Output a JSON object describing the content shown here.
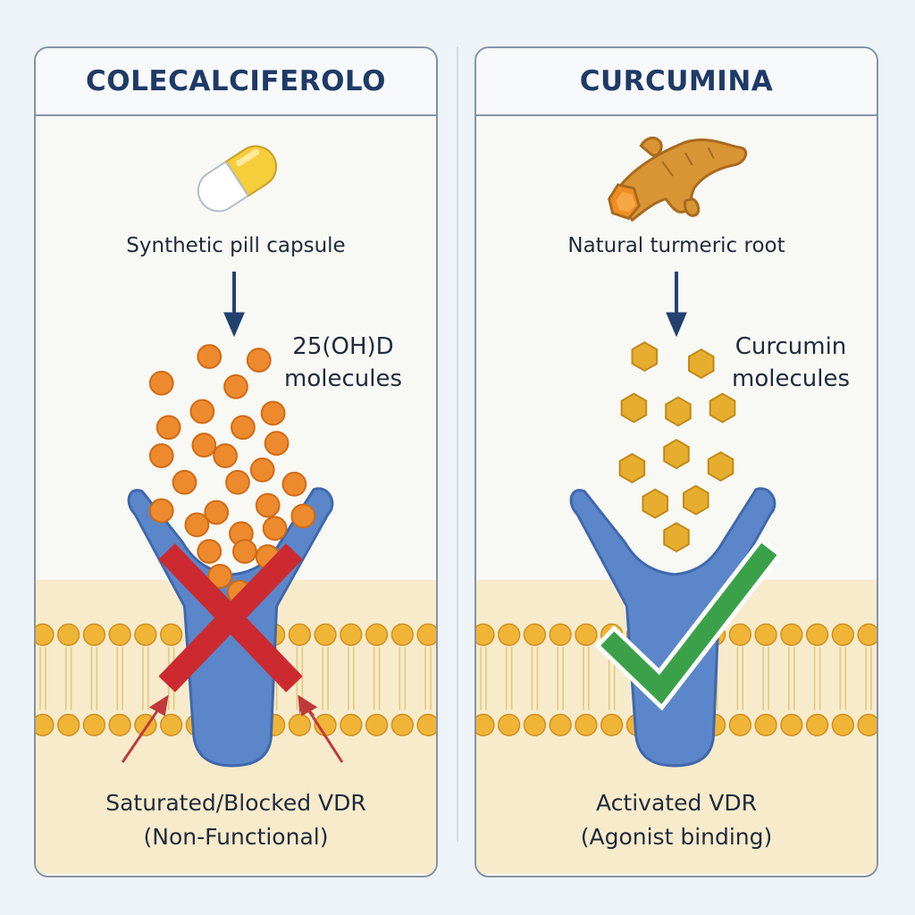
{
  "left_panel": {
    "title": "COLECALCIFEROLO",
    "source_label": "Synthetic pill capsule",
    "molecule_label_line1": "25(OH)D",
    "molecule_label_line2": "molecules",
    "status_line1": "Saturated/Blocked VDR",
    "status_line2": "(Non-Functional)",
    "source_icon": "capsule-icon",
    "marker_icon": "red-x-icon",
    "colors": {
      "molecule": "#ee8a2e",
      "marker": "#cc2a30",
      "receptor": "#5b86c9"
    }
  },
  "right_panel": {
    "title": "CURCUMINA",
    "source_label": "Natural turmeric root",
    "molecule_label_line1": "Curcumin",
    "molecule_label_line2": "molecules",
    "status_line1": "Activated VDR",
    "status_line2": "(Agonist binding)",
    "source_icon": "turmeric-root-icon",
    "marker_icon": "green-check-icon",
    "colors": {
      "molecule": "#e6ad2e",
      "marker": "#3aa149",
      "receptor": "#5b86c9"
    }
  },
  "colors": {
    "membrane_head": "#f0b536",
    "membrane_background": "#f7ebcc",
    "title_text": "#1e3a66",
    "arrow": "#22416f"
  }
}
